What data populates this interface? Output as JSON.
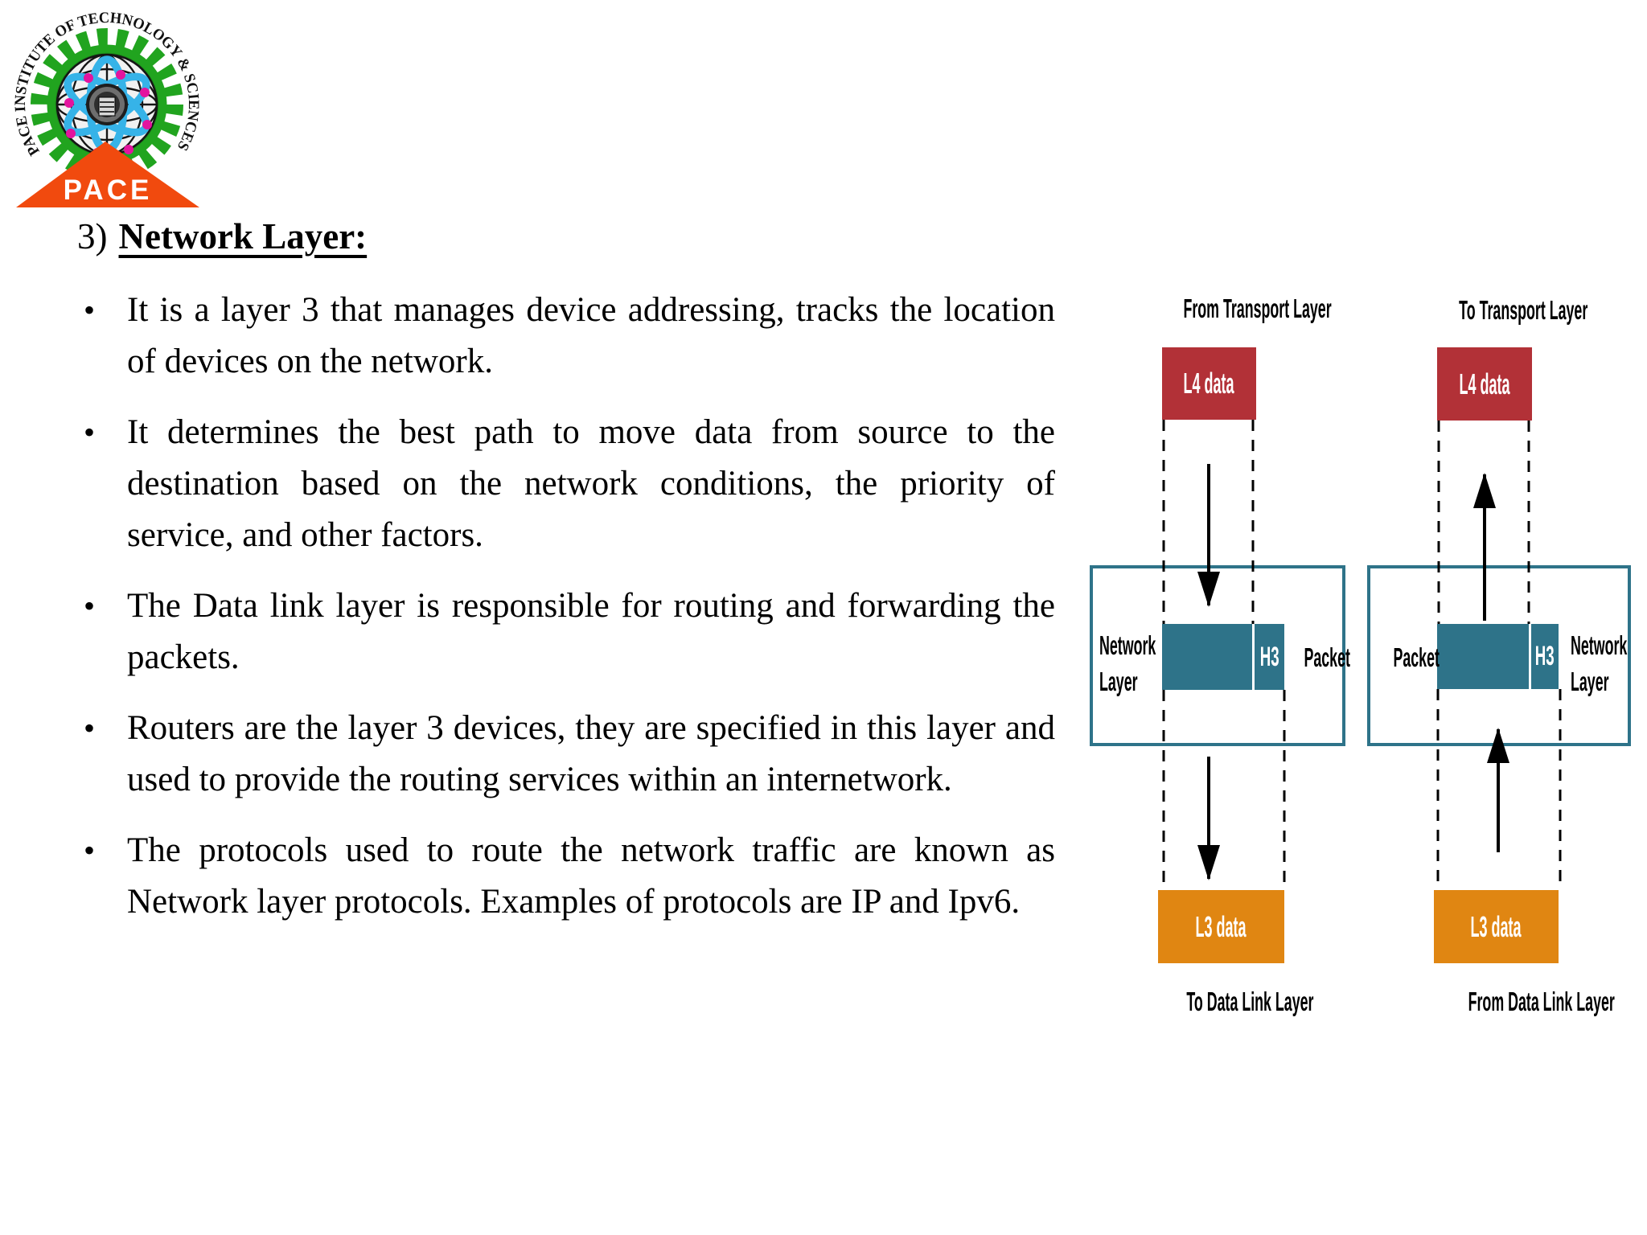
{
  "logo": {
    "ring_text": "PACE INSTITUTE OF TECHNOLOGY & SCIENCES",
    "banner_text": "PACE",
    "colors": {
      "gear_green": "#21a41f",
      "atom_blue": "#36b3e8",
      "dot_magenta": "#e3149e",
      "banner_orange": "#f14a0e"
    }
  },
  "title": {
    "number": "3)",
    "text": "Network Layer:"
  },
  "glyphs": {
    "bullet": "•"
  },
  "bullets": [
    "It is a layer 3 that manages device addressing, tracks the location of devices on the network.",
    "It determines the best path to move data from source to the destination based on the network conditions, the priority of service, and other factors.",
    "The Data link layer is responsible for routing and forwarding the packets.",
    "Routers are the layer 3 devices, they are specified in this layer and used to provide the routing services within an internetwork.",
    "The protocols used to route the network traffic are known as Network layer protocols. Examples of protocols are IP and Ipv6."
  ],
  "diagram": {
    "colors": {
      "l4_red": "#b23137",
      "packet_teal": "#2e7389",
      "l3_orange": "#e08612",
      "box_border_teal": "#2e7389",
      "line_black": "#000000"
    },
    "left": {
      "top_label": "From Transport Layer",
      "l4_label": "L4 data",
      "layer_label": "Network Layer",
      "h3_label": "H3",
      "packet_label": "Packet",
      "l3_label": "L3 data",
      "bottom_label": "To Data Link Layer"
    },
    "right": {
      "top_label": "To Transport Layer",
      "packet_label": "Packet",
      "h3_label": "H3",
      "layer_label": "Network Layer",
      "l4_label": "L4 data",
      "l3_label": "L3 data",
      "bottom_label": "From Data Link Layer"
    }
  }
}
